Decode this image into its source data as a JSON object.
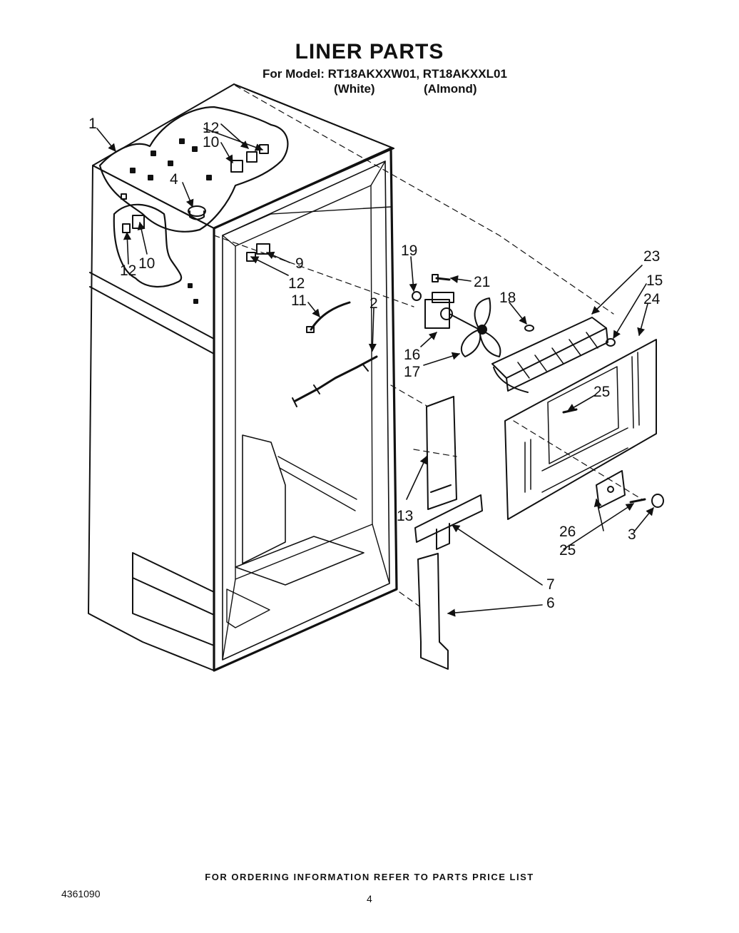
{
  "header": {
    "title": "LINER PARTS",
    "model_line": "For Model: RT18AKXXW01, RT18AKXXL01",
    "variant_white": "(White)",
    "variant_almond": "(Almond)"
  },
  "callouts": {
    "c1": "1",
    "c2": "2",
    "c3": "3",
    "c4": "4",
    "c6": "6",
    "c7": "7",
    "c9": "9",
    "c10a": "10",
    "c10b": "10",
    "c11": "11",
    "c12a": "12",
    "c12b": "12",
    "c12c": "12",
    "c13": "13",
    "c15": "15",
    "c16": "16",
    "c17": "17",
    "c18": "18",
    "c19": "19",
    "c21": "21",
    "c23": "23",
    "c24": "24",
    "c25a": "25",
    "c25b": "25",
    "c26": "26"
  },
  "footer": {
    "ordering_note": "FOR ORDERING INFORMATION REFER TO PARTS PRICE LIST",
    "document_number": "4361090",
    "page_number": "4"
  }
}
